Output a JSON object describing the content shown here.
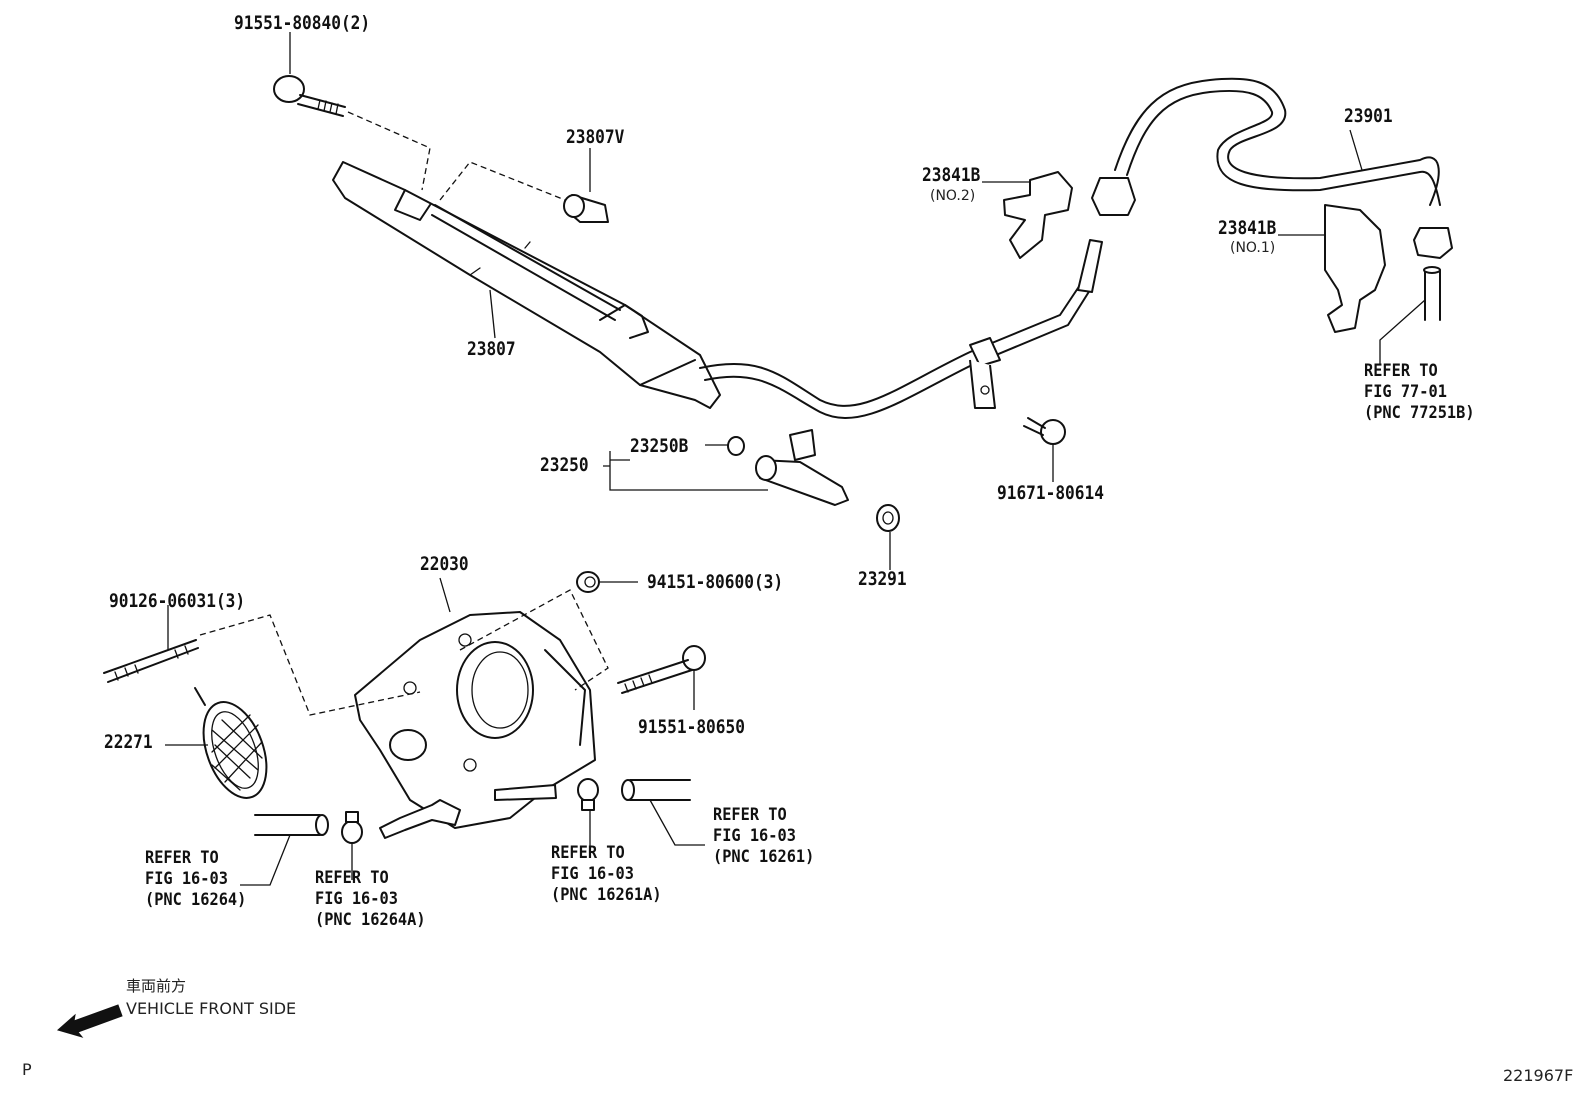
{
  "parts": {
    "p91551_80840": "91551-80840(2)",
    "p23807V": "23807V",
    "p23807": "23807",
    "p23841B_no2": "23841B",
    "p23841B_no2_sub": "(NO.2)",
    "p23901": "23901",
    "p23841B_no1": "23841B",
    "p23841B_no1_sub": "(NO.1)",
    "p23250B": "23250B",
    "p23250": "23250",
    "p91671_80614": "91671-80614",
    "p23291": "23291",
    "p22030": "22030",
    "p94151_80600": "94151-80600(3)",
    "p90126_06031": "90126-06031(3)",
    "p91551_80650": "91551-80650",
    "p22271": "22271"
  },
  "refs": {
    "r77251B": [
      "REFER TO",
      "FIG 77-01",
      "(PNC 77251B)"
    ],
    "r16261": [
      "REFER TO",
      "FIG 16-03",
      "(PNC 16261)"
    ],
    "r16261A": [
      "REFER TO",
      "FIG 16-03",
      "(PNC 16261A)"
    ],
    "r16264": [
      "REFER TO",
      "FIG 16-03",
      "(PNC 16264)"
    ],
    "r16264A": [
      "REFER TO",
      "FIG 16-03",
      "(PNC 16264A)"
    ]
  },
  "footer": {
    "front_jp": "車両前方",
    "front_en": "VEHICLE FRONT SIDE",
    "corner_left": "P",
    "figure_code": "221967F"
  }
}
